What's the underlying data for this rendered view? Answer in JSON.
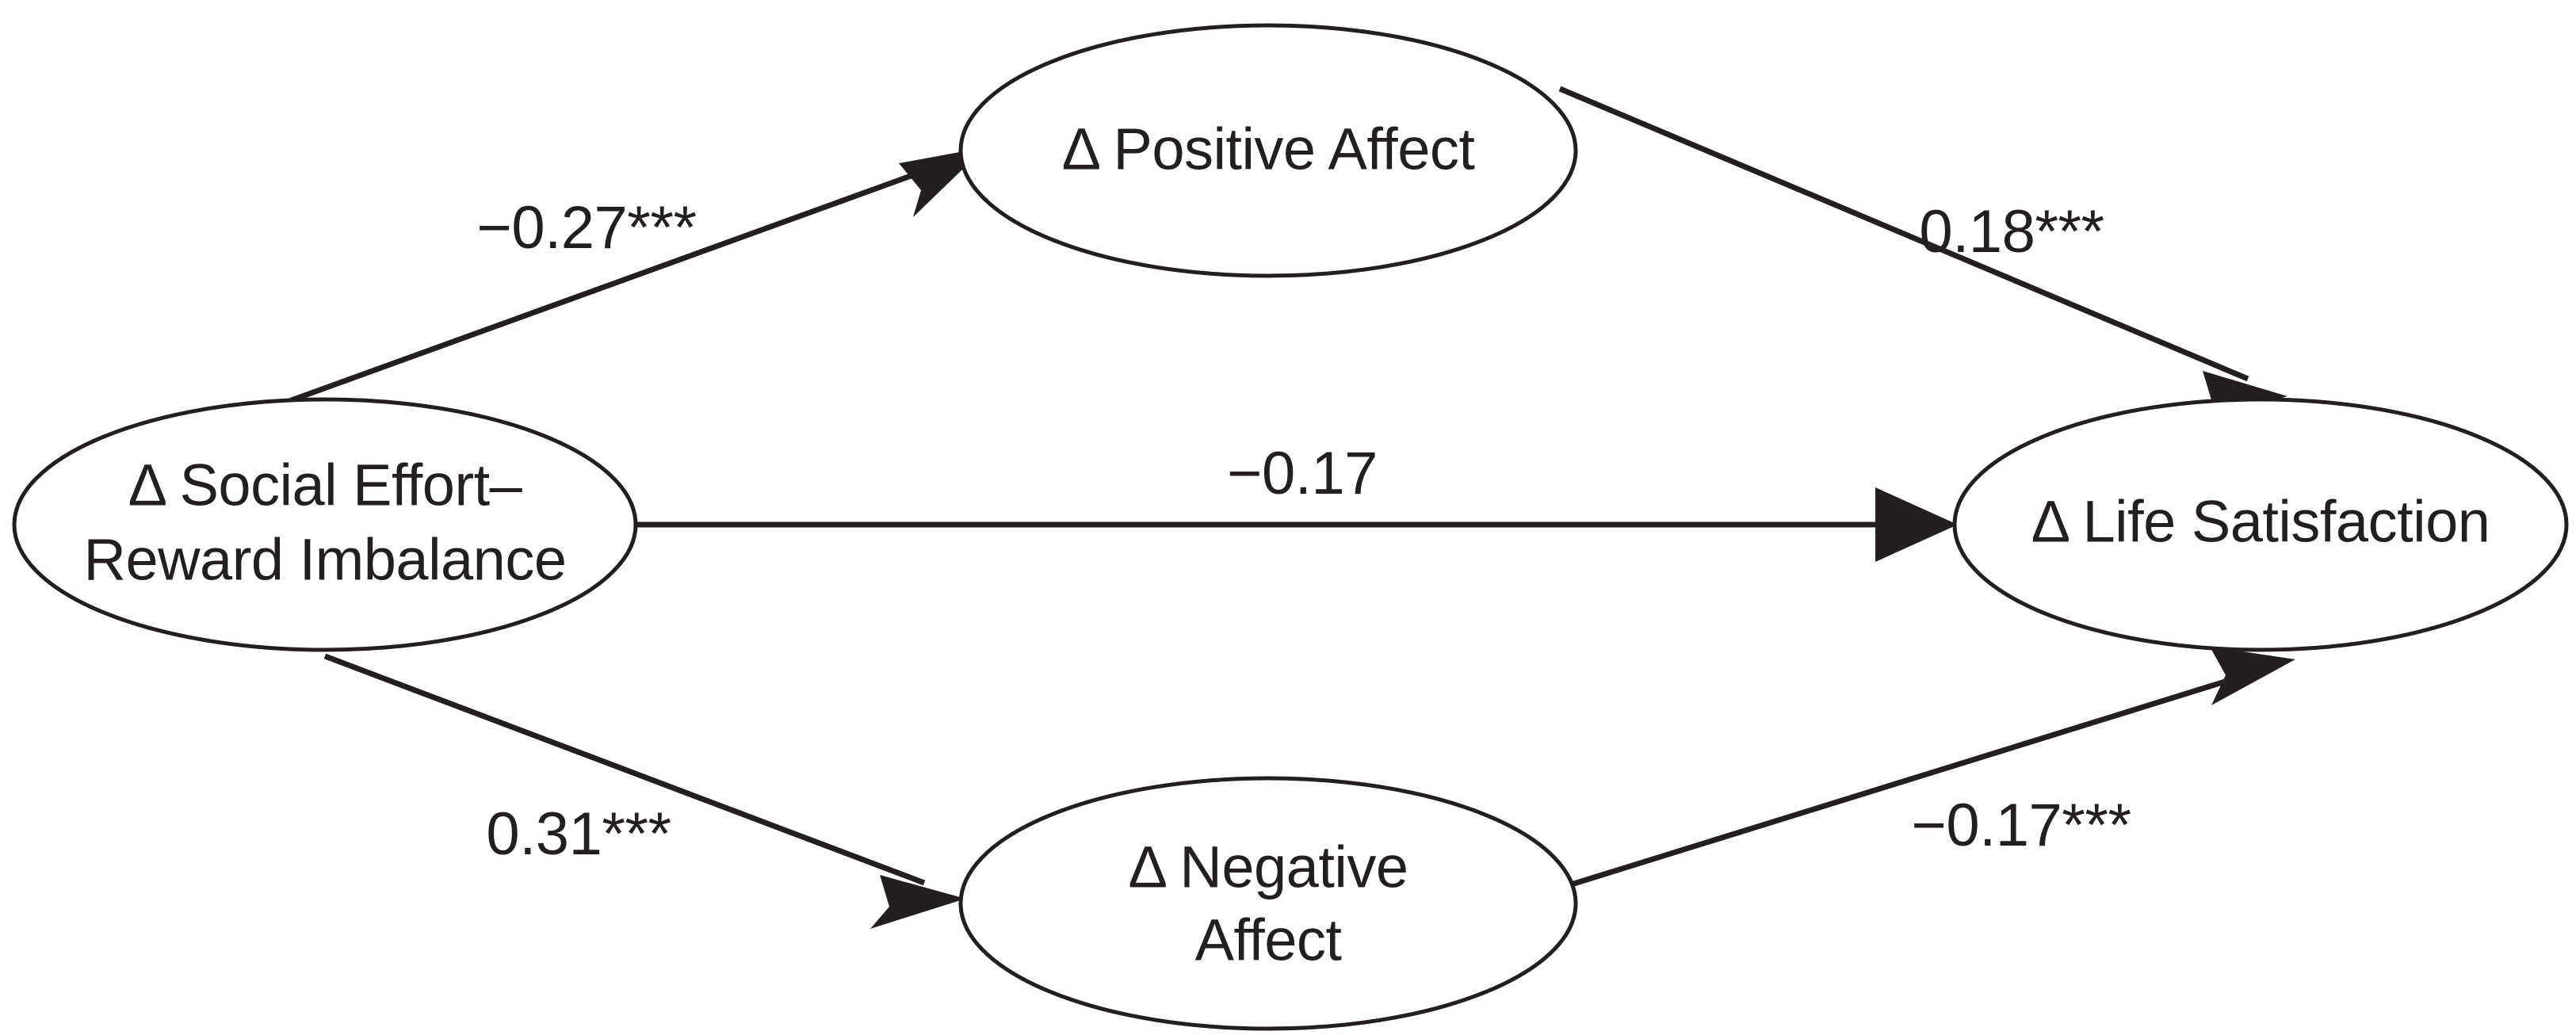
{
  "figure": {
    "type": "path-diagram",
    "background_color": "#ffffff",
    "stroke_color": "#231f20",
    "node_fill_color": "#ffffff"
  },
  "chart_data": {
    "type": "diagram",
    "title": "",
    "xlabel": "",
    "ylabel": "",
    "nodes": [
      {
        "id": "serb",
        "label_line1": "Δ Social Effort–",
        "label_line2": "Reward Imbalance",
        "role": "predictor"
      },
      {
        "id": "pa",
        "label_line1": "Δ Positive Affect",
        "label_line2": "",
        "role": "mediator"
      },
      {
        "id": "na",
        "label_line1": "Δ Negative",
        "label_line2": "Affect",
        "role": "mediator"
      },
      {
        "id": "ls",
        "label_line1": "Δ Life Satisfaction",
        "label_line2": "",
        "role": "outcome"
      }
    ],
    "edges": [
      {
        "from": "serb",
        "to": "pa",
        "coefficient": -0.27,
        "significance": "***",
        "label": "−0.27***"
      },
      {
        "from": "pa",
        "to": "ls",
        "coefficient": 0.18,
        "significance": "***",
        "label": "0.18***"
      },
      {
        "from": "serb",
        "to": "ls",
        "coefficient": -0.17,
        "significance": "",
        "label": "−0.17"
      },
      {
        "from": "serb",
        "to": "na",
        "coefficient": 0.31,
        "significance": "***",
        "label": "0.31***"
      },
      {
        "from": "na",
        "to": "ls",
        "coefficient": -0.17,
        "significance": "***",
        "label": "−0.17***"
      }
    ]
  },
  "nodes": {
    "social_effort_reward_imbalance": {
      "line1": "Δ Social Effort–",
      "line2": "Reward Imbalance"
    },
    "positive_affect": {
      "line1": "Δ Positive Affect"
    },
    "negative_affect": {
      "line1": "Δ Negative",
      "line2": "Affect"
    },
    "life_satisfaction": {
      "line1": "Δ Life Satisfaction"
    }
  },
  "path_labels": {
    "serb_to_pa": "−0.27***",
    "pa_to_ls": "0.18***",
    "serb_to_ls": "−0.17",
    "serb_to_na": "0.31***",
    "na_to_ls": "−0.17***"
  }
}
